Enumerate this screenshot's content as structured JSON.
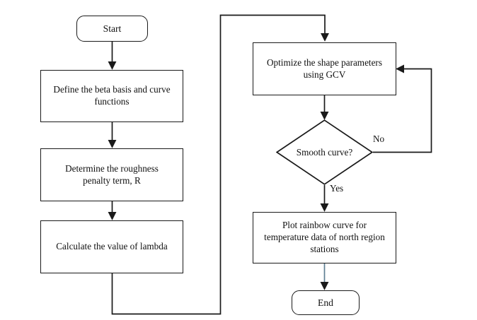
{
  "diagram": {
    "title": "Functional data analysis smoothing workflow flowchart",
    "type": "flowchart",
    "background_color": "#ffffff",
    "line_color": "#1a1a1a",
    "accent_line_color": "#5f7f93",
    "nodes": [
      {
        "id": "start",
        "shape": "terminator",
        "label": "Start"
      },
      {
        "id": "define",
        "shape": "process",
        "label": "Define the beta basis and curve\nfunctions"
      },
      {
        "id": "penalty",
        "shape": "process",
        "label": "Determine the roughness\npenalty term, R"
      },
      {
        "id": "lambda",
        "shape": "process",
        "label": "Calculate the value of  lambda"
      },
      {
        "id": "optimize",
        "shape": "process",
        "label": "Optimize the shape parameters\nusing GCV"
      },
      {
        "id": "decision",
        "shape": "decision",
        "label": "Smooth curve?"
      },
      {
        "id": "plot",
        "shape": "process",
        "label": "Plot rainbow curve for\ntemperature data of north region\nstations"
      },
      {
        "id": "end",
        "shape": "terminator",
        "label": "End"
      }
    ],
    "edge_labels": {
      "no": "No",
      "yes": "Yes"
    }
  }
}
